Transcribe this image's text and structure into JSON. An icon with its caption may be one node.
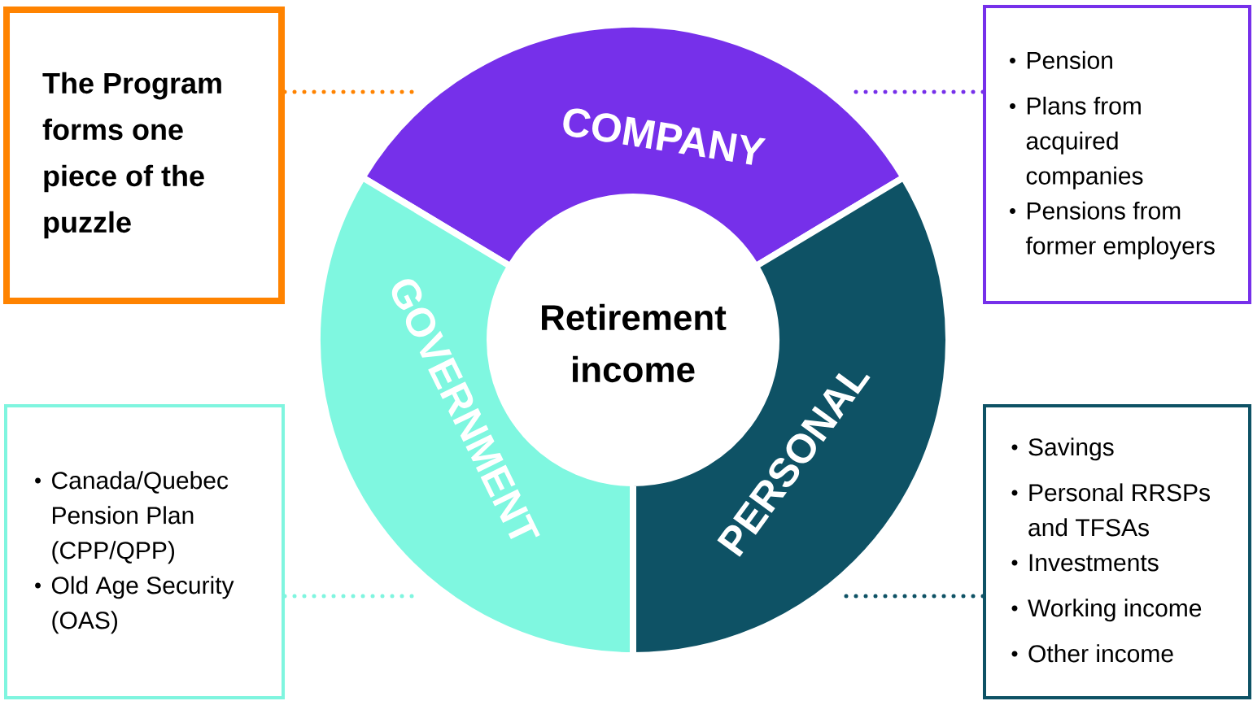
{
  "diagram": {
    "nodes": [
      {
        "text": [
          "The Program forms one piece of the puzzle"
        ]
      },
      {
        "text": [
          "Pension",
          "Plans from acquired companies",
          "Pensions from former employers"
        ]
      },
      {
        "text": [
          "Canada/Quebec Pension Plan (CPP/QPP)",
          "Old Age Security (OAS)"
        ]
      },
      {
        "text": [
          "Savings",
          "Personal RRSPs and TFSAs",
          "Investments",
          "Working income",
          "Other income"
        ]
      },
      {
        "text": [
          "COMPANY"
        ]
      },
      {
        "text": [
          "GOVERNMENT"
        ]
      },
      {
        "text": [
          "PERSONAL"
        ]
      },
      {
        "text": [
          "Retirement income"
        ]
      }
    ],
    "edges": [
      {
        "from": 0,
        "to": 4,
        "arrow": "none",
        "style": "dashed",
        "color": "#ff8300"
      },
      {
        "from": 1,
        "to": 4,
        "arrow": "none",
        "style": "dashed",
        "color": "#7630ea"
      },
      {
        "from": 2,
        "to": 5,
        "arrow": "none",
        "style": "dashed",
        "color": "#7ff5df"
      },
      {
        "from": 3,
        "to": 6,
        "arrow": "none",
        "style": "dashed",
        "color": "#0e5265"
      }
    ]
  }
}
